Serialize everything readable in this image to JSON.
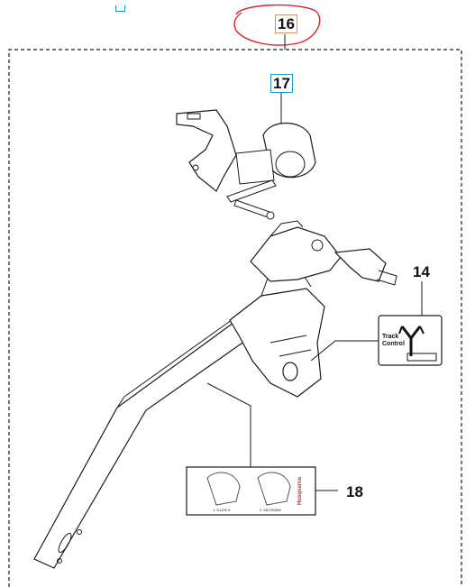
{
  "callouts": {
    "c16": "16",
    "c17": "17",
    "c14": "14",
    "c18": "18"
  },
  "decal_14": {
    "line1": "Track",
    "line2": "Control"
  },
  "decal_18": {
    "brand": "Husqvarna",
    "caption_1": "1. K1200 8",
    "caption_2": "2. K8700/880"
  },
  "colors": {
    "highlight_ring": "#d9252b",
    "box_16": "#e2915a",
    "box_17": "#1a9bd0",
    "line": "#1a1a1a"
  }
}
